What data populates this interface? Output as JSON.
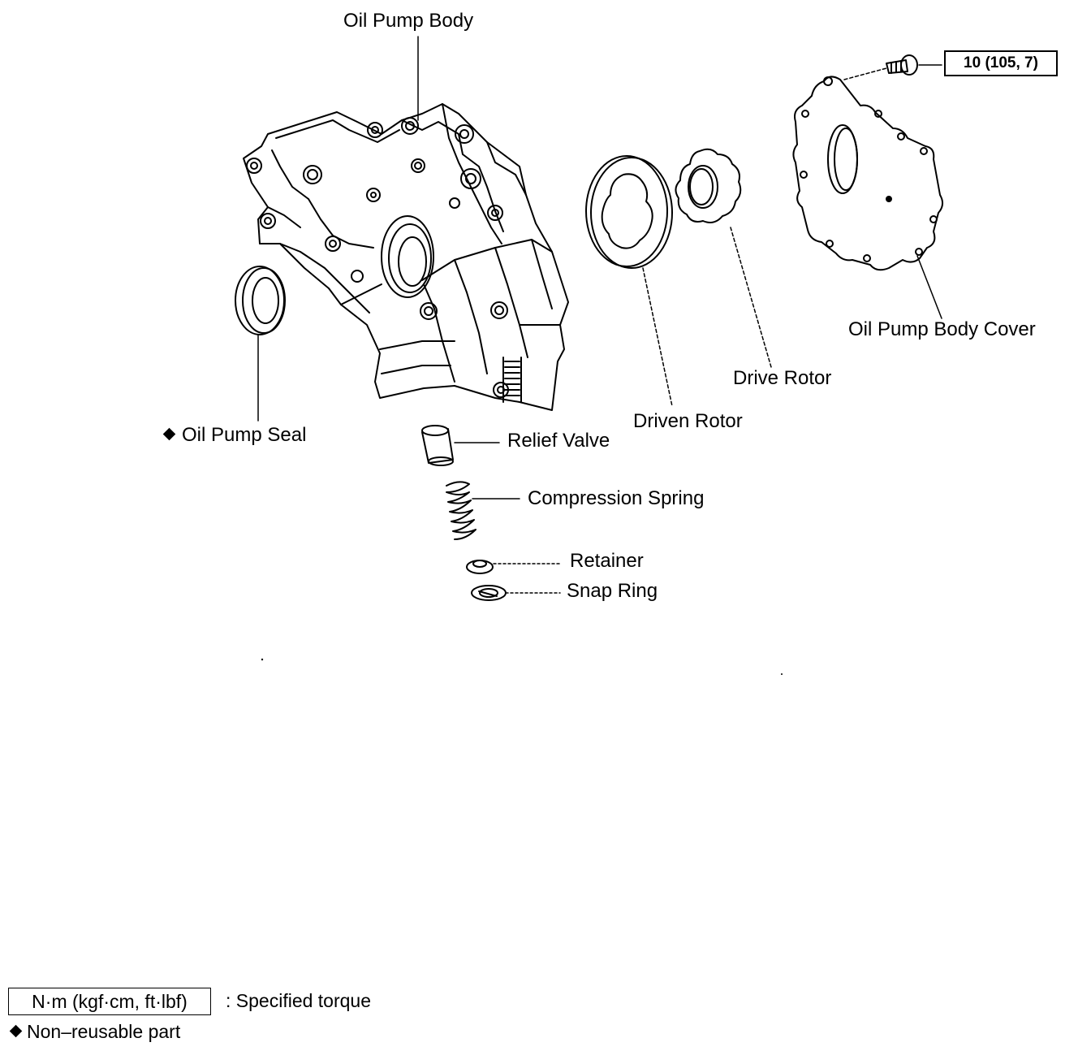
{
  "labels": {
    "oil_pump_body": "Oil Pump Body",
    "oil_pump_body_cover": "Oil Pump Body Cover",
    "drive_rotor": "Drive Rotor",
    "driven_rotor": "Driven Rotor",
    "oil_pump_seal": "Oil Pump Seal",
    "relief_valve": "Relief Valve",
    "compression_spring": "Compression Spring",
    "retainer": "Retainer",
    "snap_ring": "Snap Ring"
  },
  "torque_spec": "10 (105, 7)",
  "legend": {
    "torque_units": "N·m (kgf·cm, ft·lbf)",
    "torque_desc": ": Specified torque",
    "non_reusable": "Non–reusable part"
  },
  "non_reusable_parts": [
    "oil_pump_seal"
  ],
  "colors": {
    "ink": "#000000",
    "paper": "#ffffff"
  }
}
